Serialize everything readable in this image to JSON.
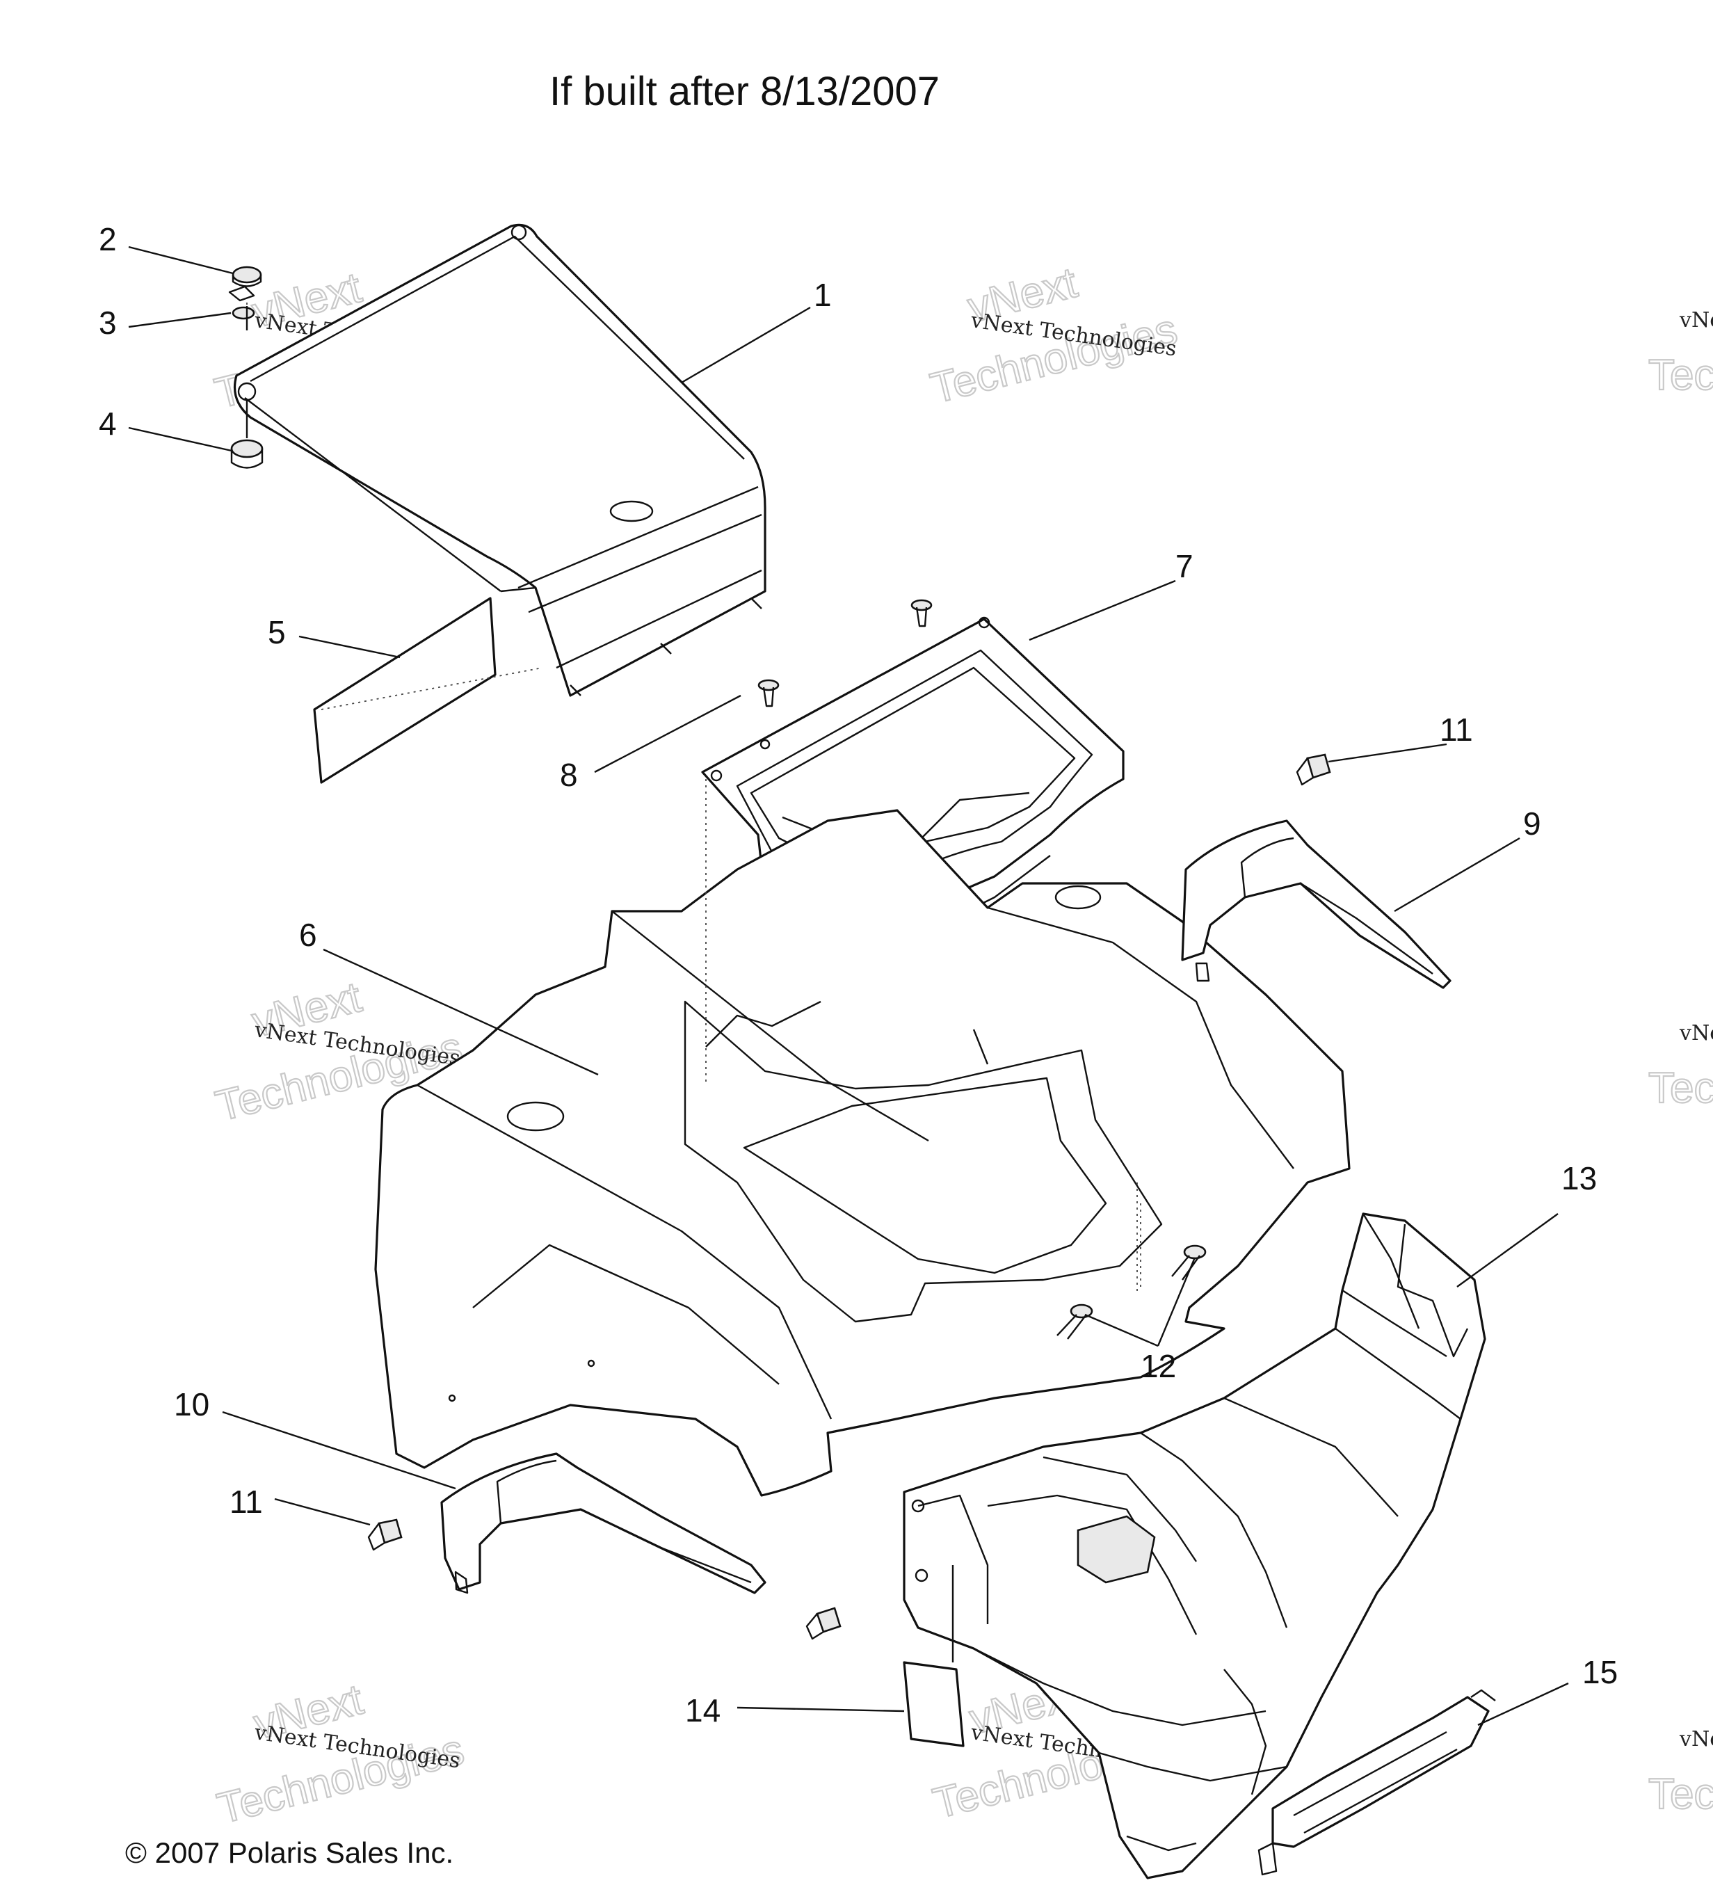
{
  "header": {
    "title": "If built after 8/13/2007"
  },
  "footer": {
    "copyright": "© 2007 Polaris Sales Inc."
  },
  "watermark": {
    "line_small": "vNext Technologies",
    "line_big_1": "vNext",
    "line_big_2": "Technologies"
  },
  "callouts": {
    "c1": "1",
    "c2": "2",
    "c3": "3",
    "c4": "4",
    "c5": "5",
    "c6": "6",
    "c7": "7",
    "c8": "8",
    "c9": "9",
    "c10": "10",
    "c11a": "11",
    "c11b": "11",
    "c12": "12",
    "c13": "13",
    "c14": "14",
    "c15": "15"
  }
}
